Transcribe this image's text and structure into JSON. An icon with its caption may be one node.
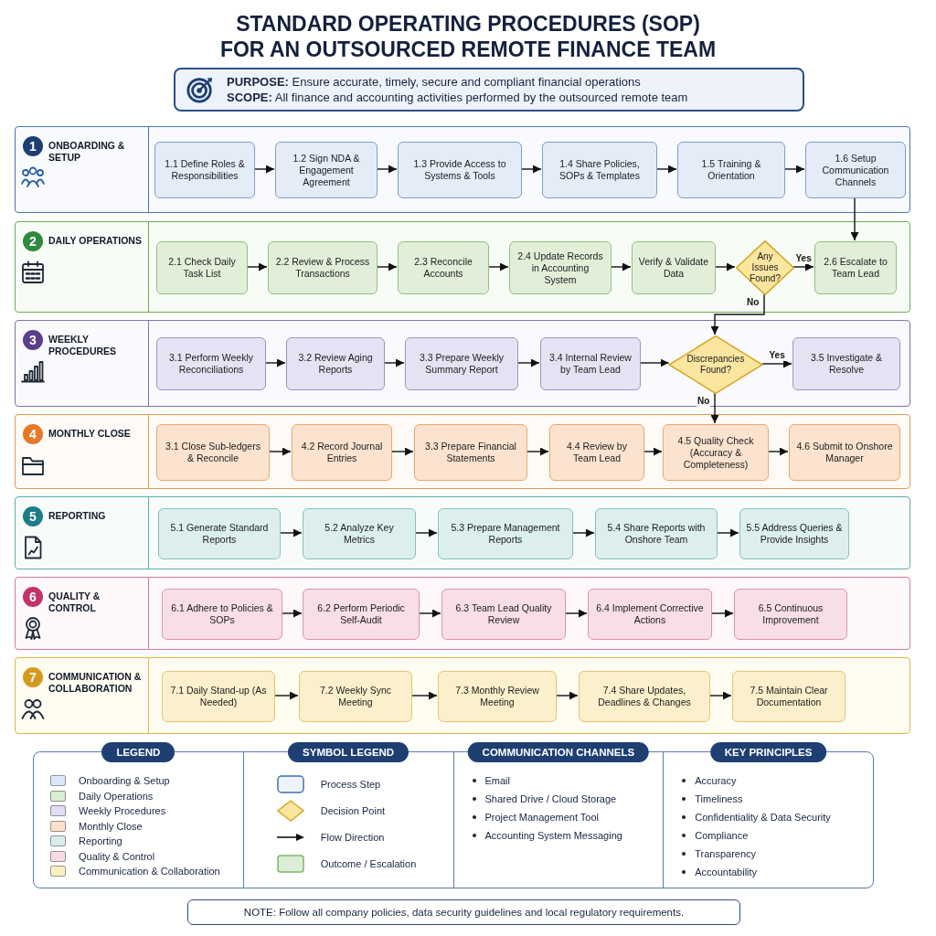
{
  "diagram": {
    "title": "STANDARD OPERATING PROCEDURES (SOP) FOR AN OUTSOURCED REMOTE FINANCE TEAM",
    "nodes": [
      {
        "text": [
          "1",
          "ONBOARDING & SETUP"
        ]
      },
      {
        "text": [
          "1.1 Define Roles & Responsibilities"
        ],
        "in": 0
      },
      {
        "text": [
          "1.2 Sign NDA & Engagement Agreement"
        ],
        "in": 0
      },
      {
        "text": [
          "1.3 Provide Access to Systems & Tools"
        ],
        "in": 0
      },
      {
        "text": [
          "1.4 Share Policies, SOPs & Templates"
        ],
        "in": 0
      },
      {
        "text": [
          "1.5 Training & Orientation"
        ],
        "in": 0
      },
      {
        "text": [
          "1.6 Setup Communication Channels"
        ],
        "in": 0
      },
      {
        "text": [
          "2",
          "DAILY OPERATIONS"
        ]
      },
      {
        "text": [
          "2.1 Check Daily Task List"
        ],
        "in": 7
      },
      {
        "text": [
          "2.2 Review & Process Transactions"
        ],
        "in": 7
      },
      {
        "text": [
          "2.3 Reconcile Accounts"
        ],
        "in": 7
      },
      {
        "text": [
          "2.4 Update Records in Accounting System"
        ],
        "in": 7
      },
      {
        "text": [
          "Verify & Validate Data"
        ],
        "in": 7
      },
      {
        "text": [
          "Any Issues Found?"
        ],
        "in": 7
      },
      {
        "text": [
          "2.6 Escalate to Team Lead"
        ],
        "in": 7
      },
      {
        "text": [
          "3",
          "WEEKLY PROCEDURES"
        ]
      },
      {
        "text": [
          "3.1 Perform Weekly Reconciliations"
        ],
        "in": 15
      },
      {
        "text": [
          "3.2 Review Aging Reports"
        ],
        "in": 15
      },
      {
        "text": [
          "3.3 Prepare Weekly Summary Report"
        ],
        "in": 15
      },
      {
        "text": [
          "3.4 Internal Review by Team Lead"
        ],
        "in": 15
      },
      {
        "text": [
          "Discrepancies Found?"
        ],
        "in": 15
      },
      {
        "text": [
          "3.5 Investigate & Resolve"
        ],
        "in": 15
      },
      {
        "text": [
          "4",
          "MONTHLY CLOSE"
        ]
      },
      {
        "text": [
          "3.1 Close Sub-ledgers & Reconcile"
        ],
        "in": 22
      },
      {
        "text": [
          "4.2 Record Journal Entries"
        ],
        "in": 22
      },
      {
        "text": [
          "3.3 Prepare Financial Statements"
        ],
        "in": 22
      },
      {
        "text": [
          "4.4 Review by Team Lead"
        ],
        "in": 22
      },
      {
        "text": [
          "4.5 Quality Check (Accuracy & Completeness)"
        ],
        "in": 22
      },
      {
        "text": [
          "4.6 Submit to Onshore Manager"
        ],
        "in": 22
      },
      {
        "text": [
          "5",
          "REPORTING"
        ]
      },
      {
        "text": [
          "5.1 Generate Standard Reports"
        ],
        "in": 29
      },
      {
        "text": [
          "5.2 Analyze Key Metrics"
        ],
        "in": 29
      },
      {
        "text": [
          "5.3 Prepare Management Reports"
        ],
        "in": 29
      },
      {
        "text": [
          "5.4 Share Reports with Onshore Team"
        ],
        "in": 29
      },
      {
        "text": [
          "5.5 Address Queries & Provide Insights"
        ],
        "in": 29
      },
      {
        "text": [
          "6",
          "QUALITY & CONTROL"
        ]
      },
      {
        "text": [
          "6.1 Adhere to Policies & SOPs"
        ],
        "in": 35
      },
      {
        "text": [
          "6.2 Perform Periodic Self-Audit"
        ],
        "in": 35
      },
      {
        "text": [
          "6.3 Team Lead Quality Review"
        ],
        "in": 35
      },
      {
        "text": [
          "6.4 Implement Corrective Actions"
        ],
        "in": 35
      },
      {
        "text": [
          "6.5 Continuous Improvement"
        ],
        "in": 35
      },
      {
        "text": [
          "7",
          "COMMUNICATION & COLLABORATION"
        ]
      },
      {
        "text": [
          "7.1 Daily Stand-up (As Needed)"
        ],
        "in": 41
      },
      {
        "text": [
          "7.2 Weekly Sync Meeting"
        ],
        "in": 41
      },
      {
        "text": [
          "7.3 Monthly Review Meeting"
        ],
        "in": 41
      },
      {
        "text": [
          "7.4 Share Updates, Deadlines & Changes"
        ],
        "in": 41
      },
      {
        "text": [
          "7.5 Maintain Clear Documentation"
        ],
        "in": 41
      }
    ],
    "edges": [
      {
        "from": 1,
        "to": 2,
        "arrow": "to"
      },
      {
        "from": 2,
        "to": 3,
        "arrow": "to"
      },
      {
        "from": 3,
        "to": 4,
        "arrow": "to"
      },
      {
        "from": 4,
        "to": 5,
        "arrow": "to"
      },
      {
        "from": 5,
        "to": 6,
        "arrow": "to"
      },
      {
        "from": 6,
        "to": 14,
        "arrow": "to"
      },
      {
        "from": 8,
        "to": 9,
        "arrow": "to"
      },
      {
        "from": 9,
        "to": 10,
        "arrow": "to"
      },
      {
        "from": 10,
        "to": 11,
        "arrow": "to"
      },
      {
        "from": 11,
        "to": 12,
        "arrow": "to"
      },
      {
        "from": 12,
        "to": 13,
        "arrow": "to"
      },
      {
        "from": 13,
        "to": 14,
        "arrow": "to",
        "label": "Yes"
      },
      {
        "from": 13,
        "to": 20,
        "arrow": "to",
        "label": "No"
      },
      {
        "from": 16,
        "to": 17,
        "arrow": "to"
      },
      {
        "from": 17,
        "to": 18,
        "arrow": "to"
      },
      {
        "from": 18,
        "to": 19,
        "arrow": "to"
      },
      {
        "from": 19,
        "to": 20,
        "arrow": "to"
      },
      {
        "from": 20,
        "to": 21,
        "arrow": "to",
        "label": "Yes"
      },
      {
        "from": 20,
        "to": 27,
        "arrow": "to",
        "label": "No"
      },
      {
        "from": 23,
        "to": 24,
        "arrow": "to"
      },
      {
        "from": 24,
        "to": 25,
        "arrow": "to"
      },
      {
        "from": 25,
        "to": 26,
        "arrow": "to"
      },
      {
        "from": 26,
        "to": 27,
        "arrow": "to"
      },
      {
        "from": 27,
        "to": 28,
        "arrow": "to"
      },
      {
        "from": 30,
        "to": 31,
        "arrow": "to"
      },
      {
        "from": 31,
        "to": 32,
        "arrow": "to"
      },
      {
        "from": 32,
        "to": 33,
        "arrow": "to"
      },
      {
        "from": 33,
        "to": 34,
        "arrow": "to"
      },
      {
        "from": 36,
        "to": 37,
        "arrow": "to"
      },
      {
        "from": 37,
        "to": 38,
        "arrow": "to"
      },
      {
        "from": 38,
        "to": 39,
        "arrow": "to"
      },
      {
        "from": 39,
        "to": 40,
        "arrow": "to"
      },
      {
        "from": 42,
        "to": 43,
        "arrow": "to"
      },
      {
        "from": 43,
        "to": 44,
        "arrow": "to"
      },
      {
        "from": 44,
        "to": 45,
        "arrow": "to"
      },
      {
        "from": 45,
        "to": 46,
        "arrow": "to"
      }
    ],
    "labels": [
      "**PURPOSE:** Ensure accurate, timely, secure and compliant financial operations",
      "**SCOPE:** All finance and accounting activities performed by the outsourced remote team",
      "LEGEND",
      "SYMBOL LEGEND",
      "COMMUNICATION CHANNELS",
      "Email",
      "Shared Drive / Cloud Storage",
      "Project Management Tool",
      "Accounting System Messaging",
      "KEY PRINCIPLES",
      "Accuracy",
      "Timeliness",
      "Confidentiality & Data Security",
      "Compliance",
      "Transparency",
      "Accountability",
      "NOTE: Follow all company policies, data security guidelines and local regulatory requirements."
    ],
    "legend": [
      {
        "text": "Onboarding & Setup",
        "color": "#dce8f8"
      },
      {
        "text": "Daily Operations",
        "color": "#dcedd5"
      },
      {
        "text": "Weekly Procedures",
        "color": "#e2ddf2"
      },
      {
        "text": "Monthly Close",
        "color": "#fbe0cc"
      },
      {
        "text": "Reporting",
        "color": "#d9eeec"
      },
      {
        "text": "Quality & Control",
        "color": "#f7dbe5"
      },
      {
        "text": "Communication & Collaboration",
        "color": "#fcefc4"
      },
      {
        "text": "Process Step"
      },
      {
        "text": "Decision Point"
      },
      {
        "text": "Flow Direction"
      },
      {
        "text": "Outcome / Escalation"
      }
    ]
  }
}
